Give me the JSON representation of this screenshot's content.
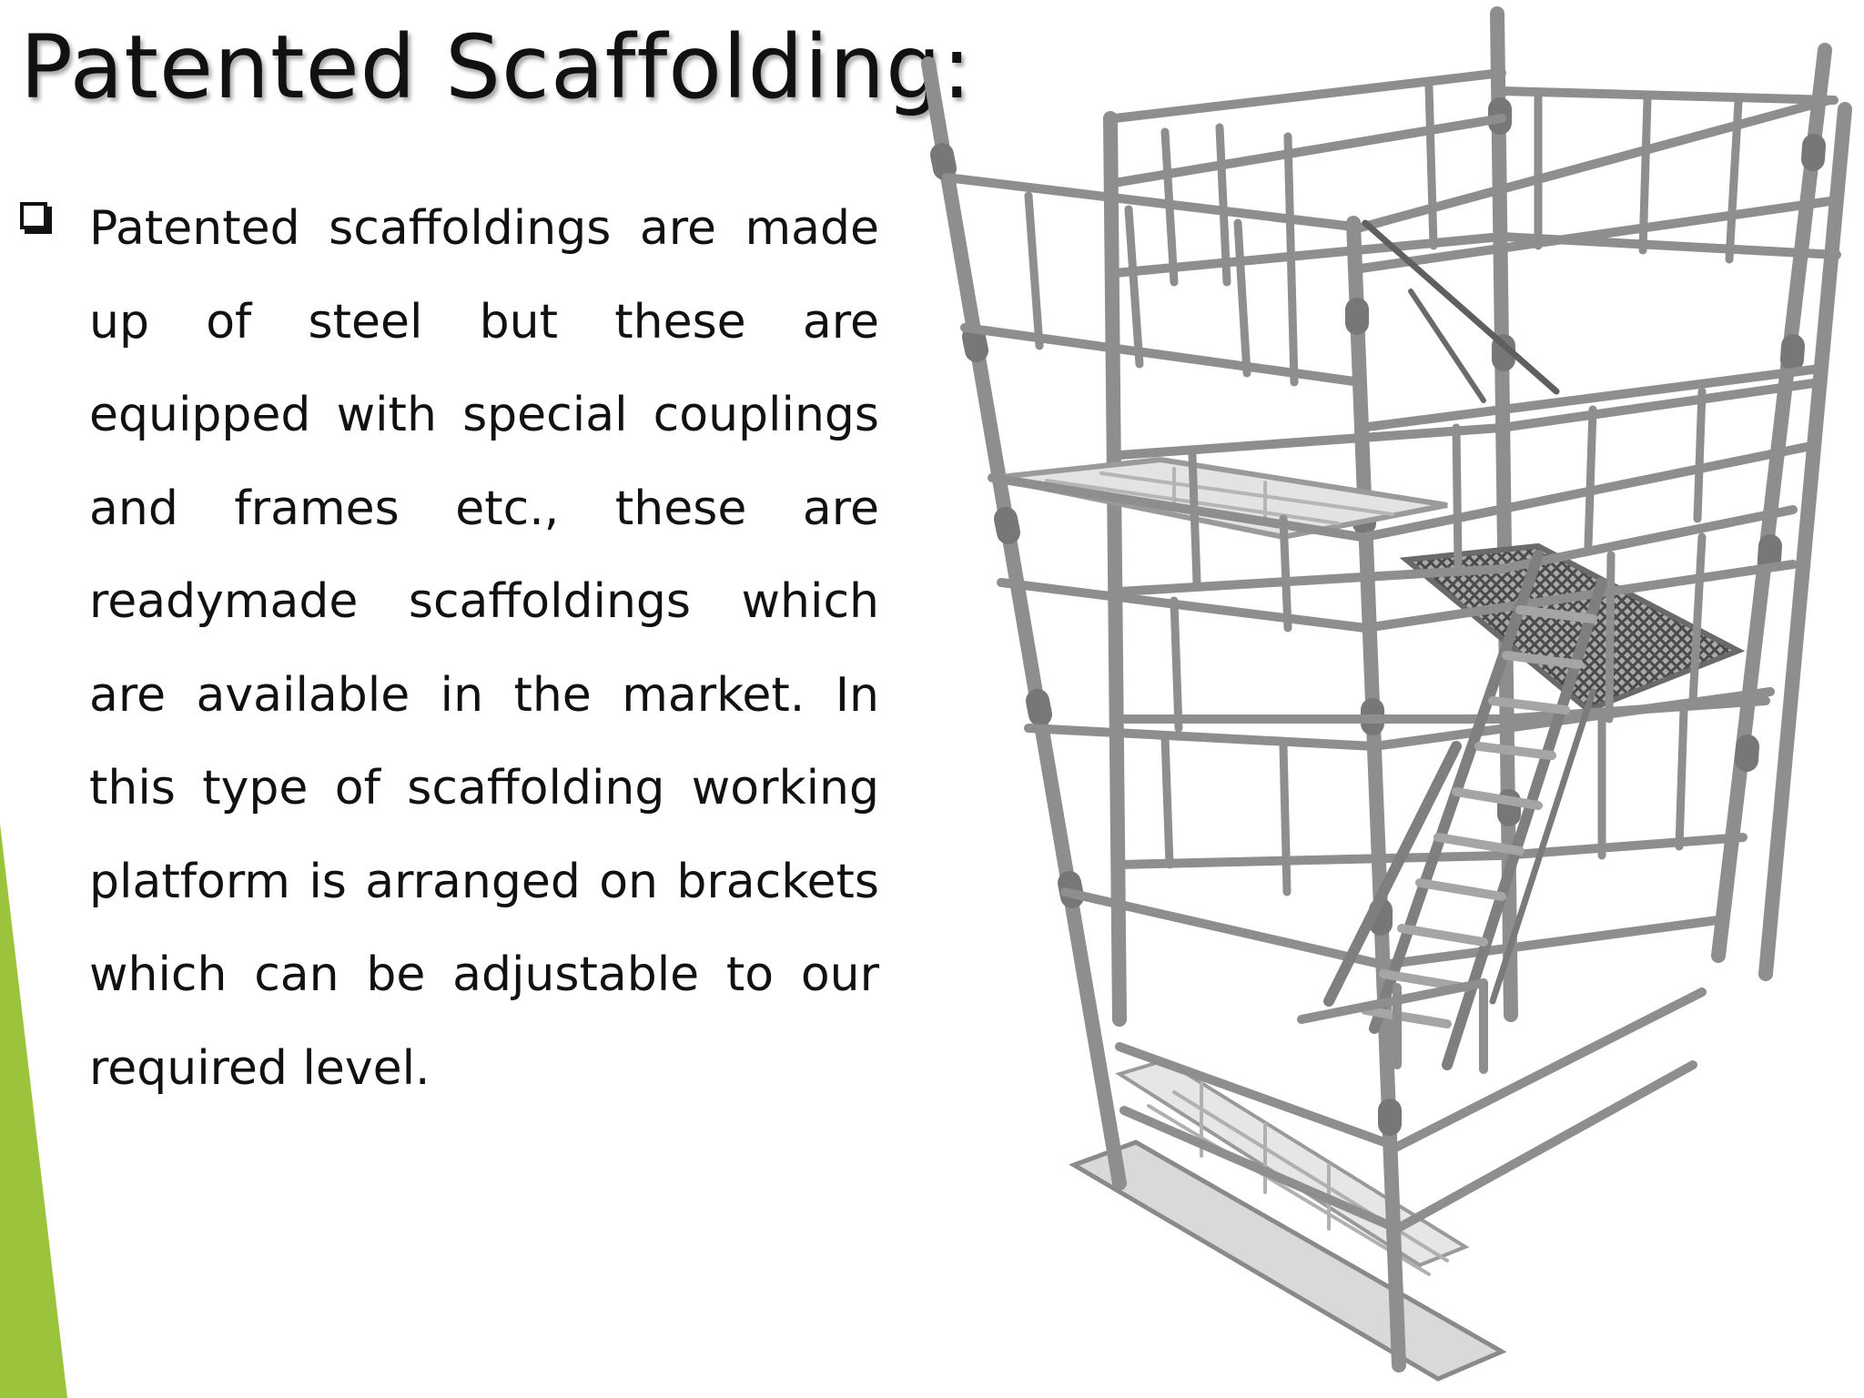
{
  "slide": {
    "title": "Patented Scaffolding:",
    "bullet": "Patented scaffoldings are made up of steel but these are equipped with special couplings and frames etc., these are readymade scaffoldings which are available in the market. In this type of scaffolding working platform is arranged on brackets which can be adjustable to our required level.",
    "bullet_icon": "hollow-square-bullet",
    "image_subject": "patented-steel-scaffolding-tower-with-stairs",
    "colors": {
      "accent": "#9bc43c",
      "text": "#111111",
      "scaffold": "#8e8e8e"
    }
  }
}
